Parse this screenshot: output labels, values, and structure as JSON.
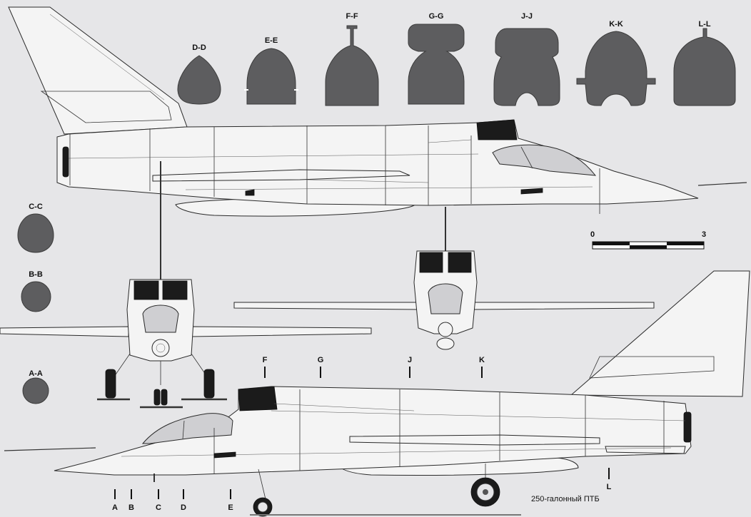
{
  "sections": {
    "d": "D-D",
    "e": "E-E",
    "f": "F-F",
    "g": "G-G",
    "j": "J-J",
    "k": "K-K",
    "l": "L-L",
    "c": "C-C",
    "b": "B-B",
    "a": "A-A"
  },
  "scale": {
    "start": "0",
    "end": "3"
  },
  "markers": {
    "f": "F",
    "g": "G",
    "j": "J",
    "k": "K",
    "a": "A",
    "b": "B",
    "c": "C",
    "d": "D",
    "e": "E",
    "l": "L"
  },
  "caption": "250-галонный ПТБ",
  "colors": {
    "background": "#e6e6e8",
    "section_fill": "#5d5d5f",
    "airframe": "#f4f4f4",
    "intake": "#1b1b1b"
  }
}
